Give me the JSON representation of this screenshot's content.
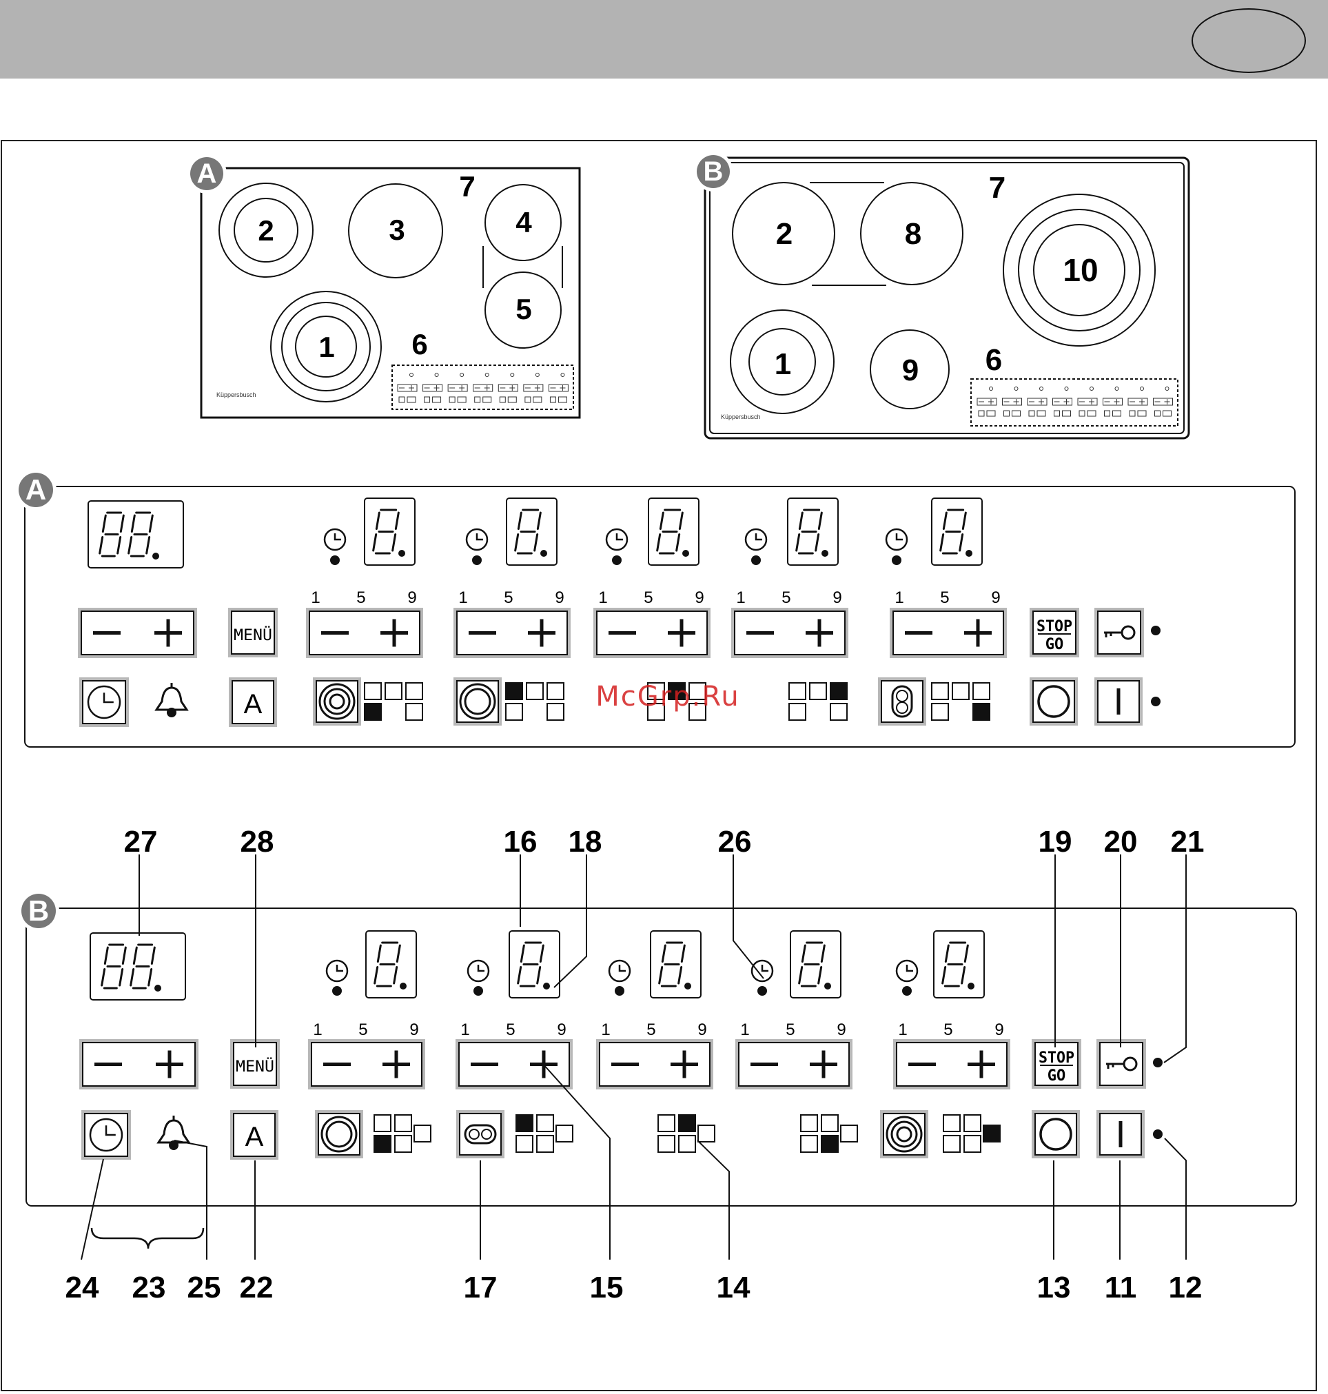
{
  "brand": "Küppersbusch",
  "watermark": "McGrp.Ru",
  "hob_a": {
    "badge": "A",
    "zones": [
      "1",
      "2",
      "3",
      "4",
      "5"
    ],
    "labels": {
      "frame": "7",
      "panel": "6"
    }
  },
  "hob_b": {
    "badge": "B",
    "zones": [
      "1",
      "2",
      "8",
      "9",
      "10"
    ],
    "labels": {
      "frame": "7",
      "panel": "6"
    }
  },
  "panel_a": {
    "badge": "A"
  },
  "panel_b": {
    "badge": "B"
  },
  "controls": {
    "minus": "−",
    "plus": "+",
    "menu": "MENÜ",
    "auto": "A",
    "stop": "STOP",
    "go": "GO",
    "scale": [
      "1",
      "5",
      "9"
    ]
  },
  "callouts": {
    "top": [
      "27",
      "28",
      "16",
      "18",
      "26",
      "19",
      "20",
      "21"
    ],
    "bottom": [
      "24",
      "23",
      "25",
      "22",
      "17",
      "15",
      "14",
      "13",
      "11",
      "12"
    ]
  }
}
